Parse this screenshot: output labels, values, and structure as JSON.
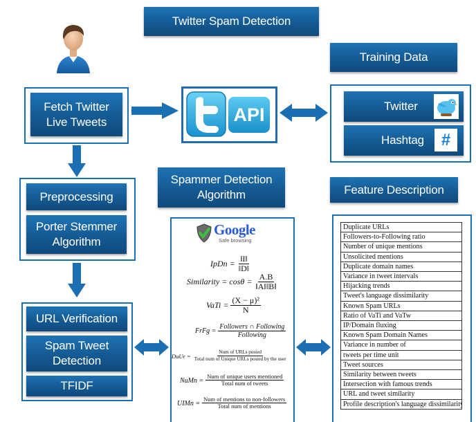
{
  "title": "Twitter Spam Detection",
  "user": {
    "icon": "user-avatar-icon"
  },
  "fetch": {
    "label_line1": "Fetch Twitter",
    "label_line2": "Live Tweets"
  },
  "api": {
    "icon": "twitter-t-icon",
    "label": "API"
  },
  "training": {
    "title": "Training Data",
    "items": [
      {
        "label": "Twitter",
        "icon": "twitter-bird-icon"
      },
      {
        "label": "Hashtag",
        "icon": "hashtag-icon",
        "glyph": "#"
      }
    ]
  },
  "preprocess": {
    "items": [
      {
        "label": "Preprocessing"
      },
      {
        "label_line1": "Porter Stemmer",
        "label_line2": "Algorithm"
      }
    ]
  },
  "spammer_algo": {
    "title_line1": "Spammer Detection",
    "title_line2": "Algorithm"
  },
  "google": {
    "logo": "Google",
    "sub": "Safe browsing",
    "icon": "shield-check-icon"
  },
  "formulas": {
    "ipdn": {
      "lhs": "IpDn =",
      "num": "‖I‖",
      "den": "‖D‖"
    },
    "similarity": {
      "lhs": "Similarity = cosθ =",
      "num": "A.B",
      "den": "‖A‖‖B‖"
    },
    "vati": {
      "lhs": "VaTi =",
      "num": "(X − μ)²",
      "den": "N"
    },
    "frfg": {
      "lhs": "FrFg =",
      "num": "Followers ∩ Following",
      "den": "Following"
    },
    "duur": {
      "lhs": "DuUr =",
      "num": "Num of URLs posted",
      "den": "Total num of Unique URLs posted by the user"
    },
    "numn": {
      "lhs": "NuMn =",
      "num": "Num of unique users mentioned",
      "den": "Total num of tweets"
    },
    "uimn": {
      "lhs": "UIMn =",
      "num": "Num of mentions to non-followers",
      "den": "Total num of mentions"
    }
  },
  "verification": {
    "items": [
      {
        "label": "URL Verification"
      },
      {
        "label_line1": "Spam Tweet",
        "label_line2": "Detection"
      },
      {
        "label": "TFIDF"
      }
    ]
  },
  "feature": {
    "title": "Feature Description",
    "rows": [
      "Duplicate URLs",
      "Followers-to-Following ratio",
      "Number of unique mentions",
      "Unsolicited mentions",
      "Duplicate domain names",
      "Variance in tweet intervals",
      "Hijacking trends",
      "Tweet's language dissimilarity",
      "Known Spam URLs",
      "Ratio of VaTi and VaTw",
      "IP/Domain fluxing",
      "Known Spam Domain Names",
      "Variance in number of",
      "tweets per time unit",
      "Tweet sources",
      "Similarity between tweets",
      "Intersection with famous trends",
      "URL and tweet similarity",
      "Profile description's language dissimilarity"
    ]
  },
  "colors": {
    "box": "#145a93",
    "frame": "#1a6fb0",
    "arrow": "#1b6eb1"
  }
}
